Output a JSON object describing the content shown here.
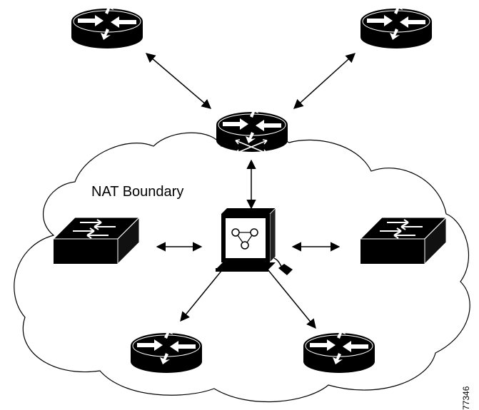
{
  "diagram": {
    "boundary_label": "NAT Boundary",
    "figure_id": "77346",
    "nodes": [
      {
        "id": "router-top-left",
        "kind": "router"
      },
      {
        "id": "router-top-right",
        "kind": "router"
      },
      {
        "id": "nat-router",
        "kind": "nat-router"
      },
      {
        "id": "nat-workstation",
        "kind": "workstation"
      },
      {
        "id": "switch-left",
        "kind": "switch"
      },
      {
        "id": "switch-right",
        "kind": "switch"
      },
      {
        "id": "router-bottom-left",
        "kind": "router"
      },
      {
        "id": "router-bottom-right",
        "kind": "router"
      }
    ],
    "links": [
      [
        "router-top-left",
        "nat-router"
      ],
      [
        "router-top-right",
        "nat-router"
      ],
      [
        "nat-router",
        "nat-workstation"
      ],
      [
        "switch-left",
        "nat-workstation"
      ],
      [
        "nat-workstation",
        "switch-right"
      ],
      [
        "nat-workstation",
        "router-bottom-left"
      ],
      [
        "nat-workstation",
        "router-bottom-right"
      ]
    ]
  }
}
